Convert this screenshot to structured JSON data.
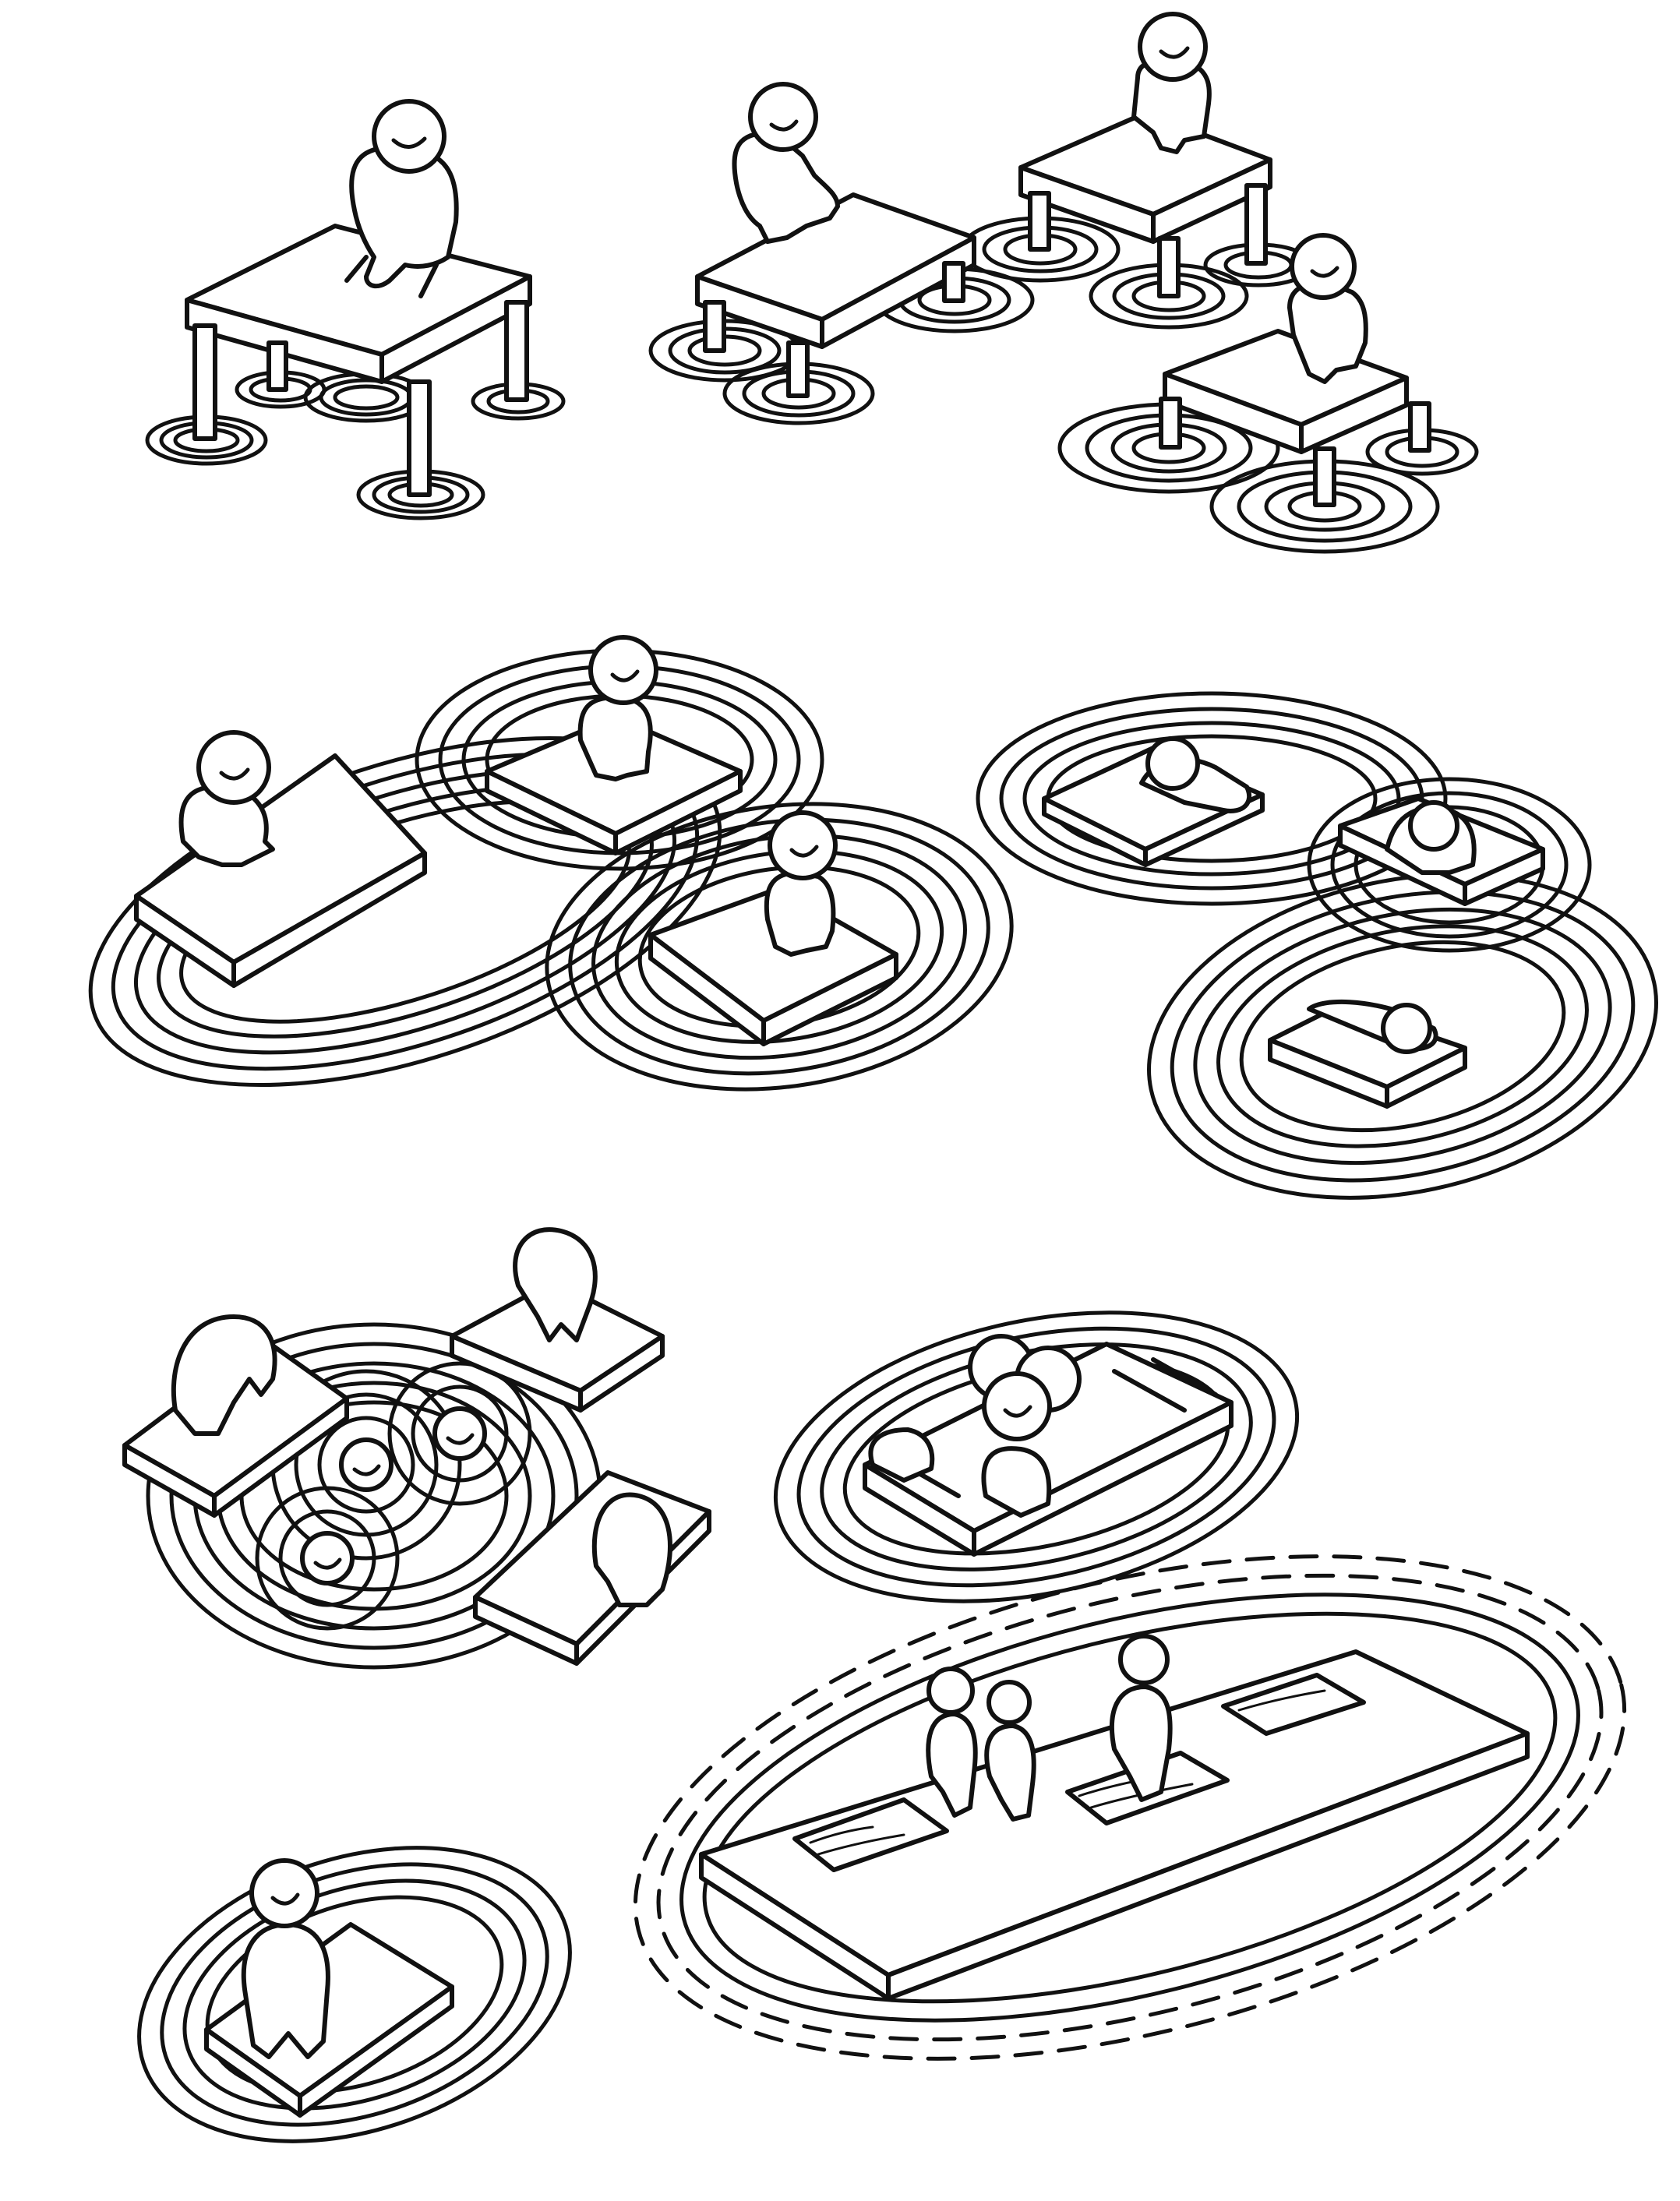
{
  "image": {
    "background_color": "#ffffff",
    "ink_color": "#111111",
    "style": "black-and-white line drawing",
    "scenes": [
      {
        "name": "single-desk-worker",
        "figures": 1
      },
      {
        "name": "three-connected-desk-workers",
        "figures": 3
      },
      {
        "name": "three-workers-at-low-slabs",
        "figures": 3
      },
      {
        "name": "three-reclining-figures-on-slabs",
        "figures": 3
      },
      {
        "name": "bent-figures-around-central-heads",
        "figures": 6
      },
      {
        "name": "figures-in-pool-slab",
        "figures": 4
      },
      {
        "name": "seated-figure-on-slab",
        "figures": 1
      },
      {
        "name": "standing-figures-at-pools-in-platform",
        "figures": 3
      }
    ]
  }
}
